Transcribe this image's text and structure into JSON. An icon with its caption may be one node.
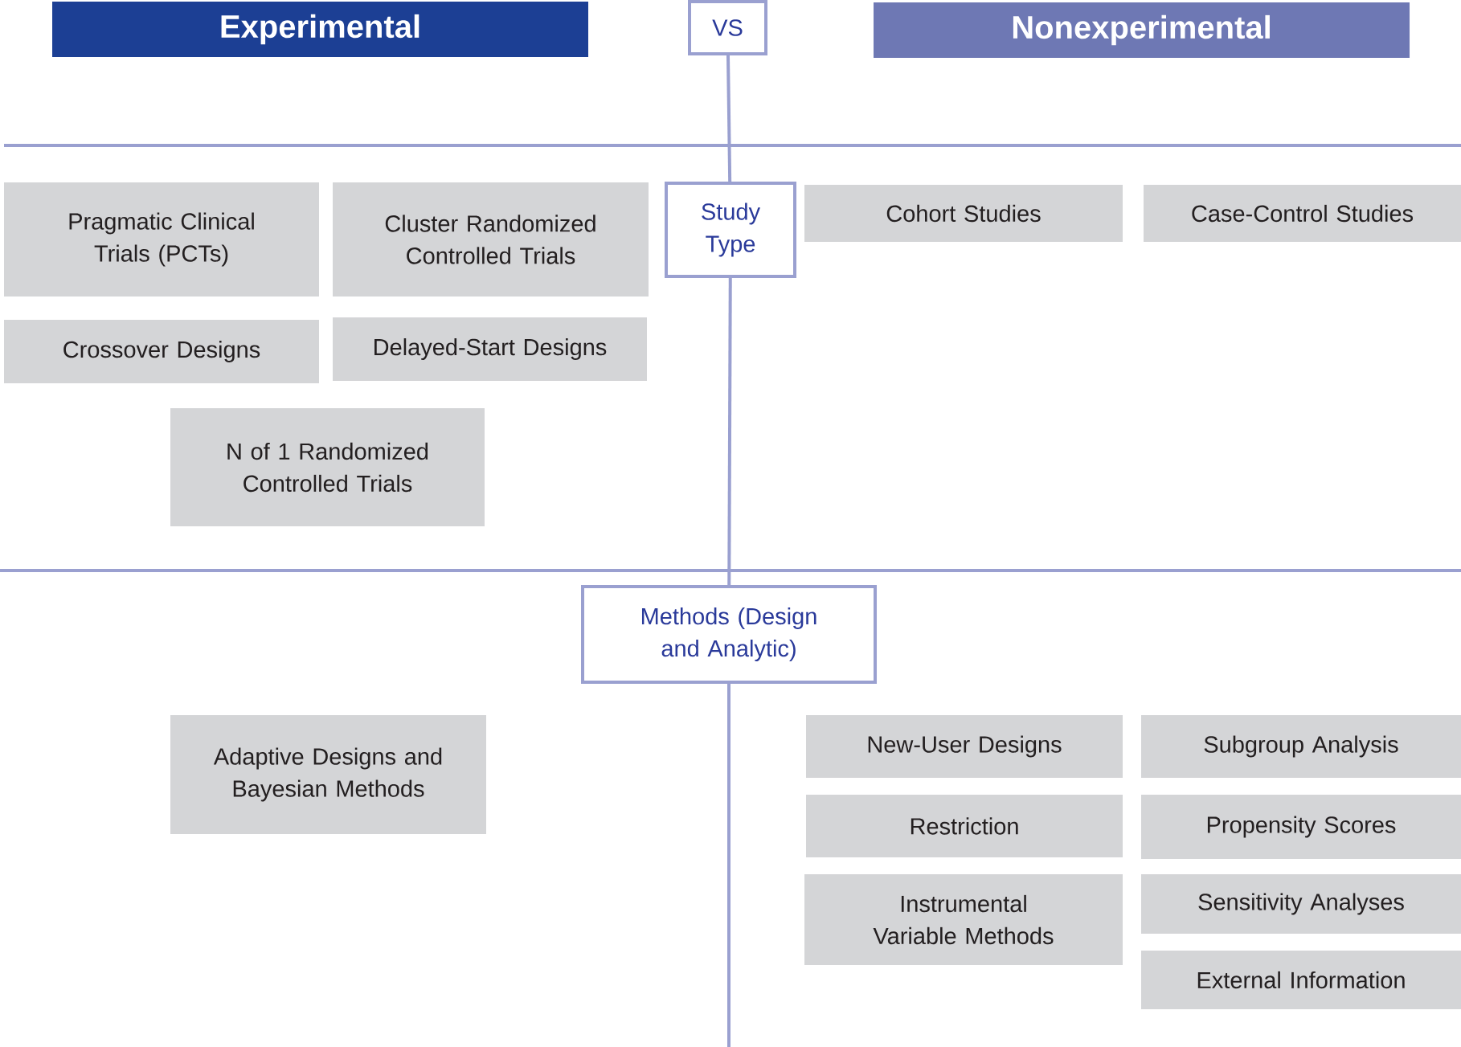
{
  "diagram": {
    "nodes": [
      {
        "text": [
          "Experimental"
        ]
      },
      {
        "text": [
          "VS"
        ]
      },
      {
        "text": [
          "Nonexperimental"
        ]
      },
      {
        "text": [
          "Study Type"
        ]
      },
      {
        "text": [
          "Methods (Design and Analytic)"
        ]
      },
      {
        "text": [
          "Pragmatic Clinical Trials (PCTs)"
        ]
      },
      {
        "text": [
          "Cluster Randomized Controlled Trials"
        ]
      },
      {
        "text": [
          "Cohort Studies"
        ]
      },
      {
        "text": [
          "Case-Control Studies"
        ]
      },
      {
        "text": [
          "Crossover Designs"
        ]
      },
      {
        "text": [
          "Delayed-Start Designs"
        ]
      },
      {
        "text": [
          "N of 1 Randomized Controlled Trials"
        ]
      },
      {
        "text": [
          "Adaptive Designs and Bayesian Methods"
        ]
      },
      {
        "text": [
          "New-User Designs"
        ]
      },
      {
        "text": [
          "Subgroup Analysis"
        ]
      },
      {
        "text": [
          "Restriction"
        ]
      },
      {
        "text": [
          "Propensity Scores"
        ]
      },
      {
        "text": [
          "Instrumental Variable Methods"
        ]
      },
      {
        "text": [
          "Sensitivity Analyses"
        ]
      },
      {
        "text": [
          "External Information"
        ]
      }
    ],
    "edges": [
      {
        "from": 1,
        "to": 3,
        "arrow": "none"
      },
      {
        "from": 3,
        "to": 4,
        "arrow": "none"
      },
      {
        "from": 4,
        "to": null,
        "arrow": "none"
      }
    ]
  }
}
